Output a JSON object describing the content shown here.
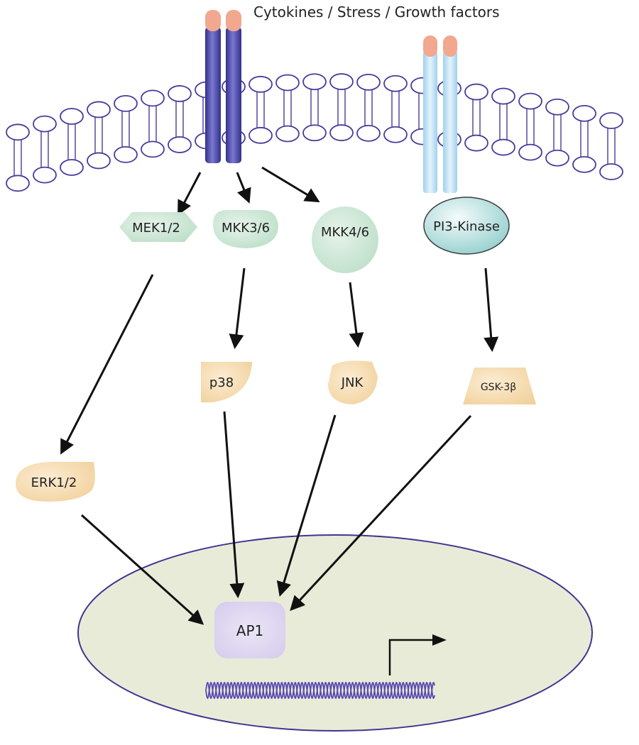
{
  "header_label": "Cytokines / Stress / Growth factors",
  "nodes": {
    "mek": "MEK1/2",
    "mkk36": "MKK3/6",
    "mkk46": "MKK4/6",
    "pi3k": "PI3-Kinase",
    "p38": "p38",
    "jnk": "JNK",
    "gsk": "GSK-3β",
    "erk": "ERK1/2",
    "ap1": "AP1"
  },
  "colors": {
    "membrane_stroke": "#4a3a9a",
    "receptor_dark": "#4d4aa8",
    "receptor_light": "#b9dcf2",
    "receptor_cap": "#f2a78f",
    "kinase_green": "#c9e5d3",
    "kinase_orange": "#f6d9a9",
    "pi3k_fill": "#b6e0df",
    "nucleus_fill": "#e9ebd9",
    "ap1_fill": "#ddd6f0",
    "dna_stroke": "#5a4ab0"
  }
}
